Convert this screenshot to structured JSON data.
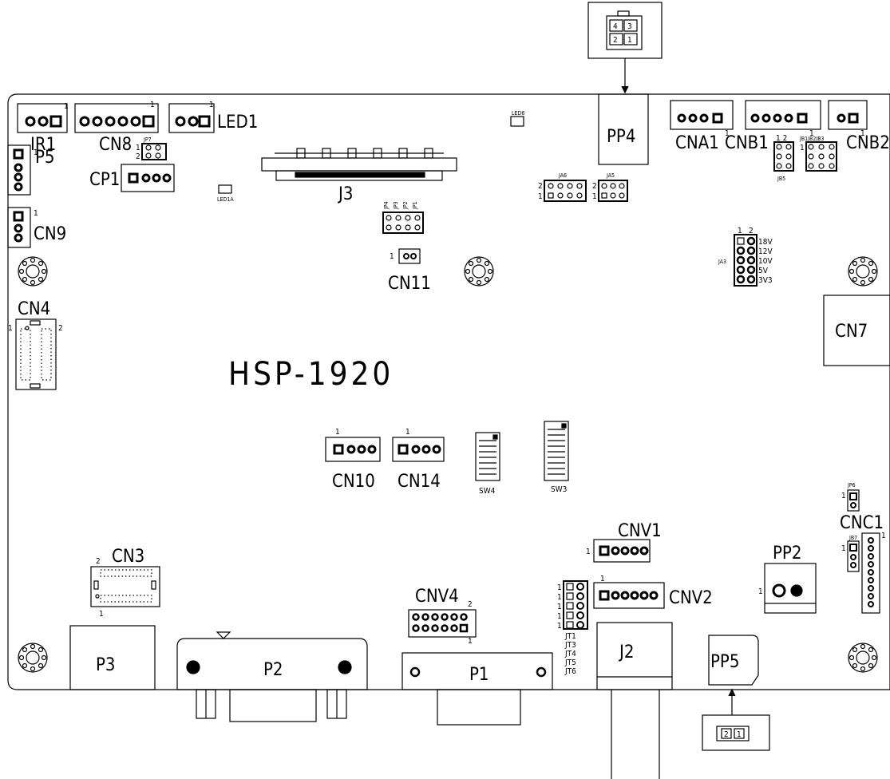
{
  "board": {
    "model": "HSP-1920",
    "labels": {
      "ir1": "IR1",
      "cn8": "CN8",
      "led1": "LED1",
      "p5": "P5",
      "cp1": "CP1",
      "cn9": "CN9",
      "jp7": "JP7",
      "j3": "J3",
      "pp4": "PP4",
      "cna1": "CNA1",
      "cnb1": "CNB1",
      "cnb2": "CNB2",
      "jb1jb2jb3": "JB1JB2JB3",
      "jb5": "JB5",
      "ja6": "JA6",
      "ja5": "JA5",
      "jp4": "JP4",
      "jp3": "JP3",
      "jp2": "JP2",
      "jp1": "JP1",
      "cn11": "CN11",
      "ja3": "JA3",
      "cn4": "CN4",
      "cn7": "CN7",
      "cn10": "CN10",
      "cn14": "CN14",
      "sw4": "SW4",
      "sw3": "SW3",
      "jp6": "JP6",
      "cnc1": "CNC1",
      "jb7": "JB7",
      "cnv1": "CNV1",
      "pp2": "PP2",
      "cn3": "CN3",
      "cnv4": "CNV4",
      "cnv2": "CNV2",
      "jt1": "JT1",
      "jt3": "JT3",
      "jt4": "JT4",
      "jt5": "JT5",
      "jt6": "JT6",
      "p3": "P3",
      "p2": "P2",
      "p1": "P1",
      "j2": "J2",
      "pp5": "PP5",
      "led6": "LED6",
      "led1a": "LED1A"
    },
    "ja3_voltages": [
      "18V",
      "12V",
      "10V",
      "5V",
      "3V3"
    ],
    "pins": {
      "one": "1",
      "two": "2",
      "pp4_pins": [
        "4",
        "3",
        "2",
        "1"
      ],
      "pp5_pins": [
        "2",
        "1"
      ],
      "jb5_header": "1  2"
    }
  }
}
